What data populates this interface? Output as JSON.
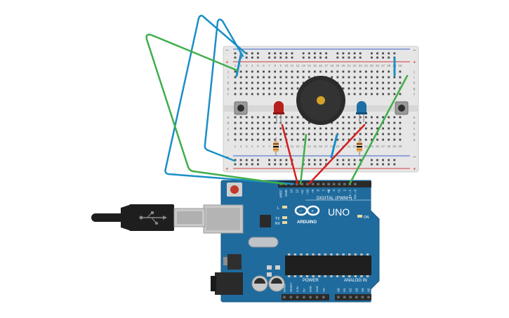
{
  "breadboard": {
    "rail_minus": "−",
    "rail_plus": "+",
    "column_numbers": [
      "1",
      "2",
      "3",
      "4",
      "5",
      "6",
      "7",
      "8",
      "9",
      "10",
      "11",
      "12",
      "13",
      "14",
      "15",
      "16",
      "17",
      "18",
      "19",
      "20",
      "21",
      "22",
      "23",
      "24",
      "25",
      "26",
      "27",
      "28",
      "29",
      "30"
    ],
    "row_letters_top": [
      "j",
      "i",
      "h",
      "g",
      "f"
    ],
    "row_letters_bottom": [
      "e",
      "d",
      "c",
      "b",
      "a"
    ]
  },
  "arduino": {
    "logo_text": "ARDUINO",
    "model": "UNO",
    "digital_header_label": "DIGITAL (PWM~)",
    "digital_pins": [
      "AREF",
      "GND",
      "13",
      "12",
      "~11",
      "~10",
      "~9",
      "8",
      "7",
      "~6",
      "~5",
      "4",
      "~3",
      "2",
      "TX→1",
      "RX←0"
    ],
    "power_header_label": "POWER",
    "power_pins": [
      "IOREF",
      "RESET",
      "3.3V",
      "5V",
      "GND",
      "GND",
      "Vin"
    ],
    "analog_header_label": "ANALOG IN",
    "analog_pins": [
      "A0",
      "A1",
      "A2",
      "A3",
      "A4",
      "A5"
    ],
    "led_labels": [
      "L",
      "TX",
      "RX"
    ],
    "on_label": "ON"
  },
  "colors": {
    "board_blue": "#1f6b9e",
    "breadboard": "#e8e8e8",
    "wire_blue": "#1a8fc6",
    "wire_green": "#3fae49",
    "wire_red": "#d42020",
    "rail_red": "#d43a3a",
    "rail_blue": "#3a64c8",
    "led_red": "#b5201c",
    "led_blue": "#1d6fa5",
    "buzzer": "#2b2b2b",
    "cable": "#1e1e1e"
  },
  "icons": [
    "usb-icon",
    "infinity-logo-icon"
  ]
}
